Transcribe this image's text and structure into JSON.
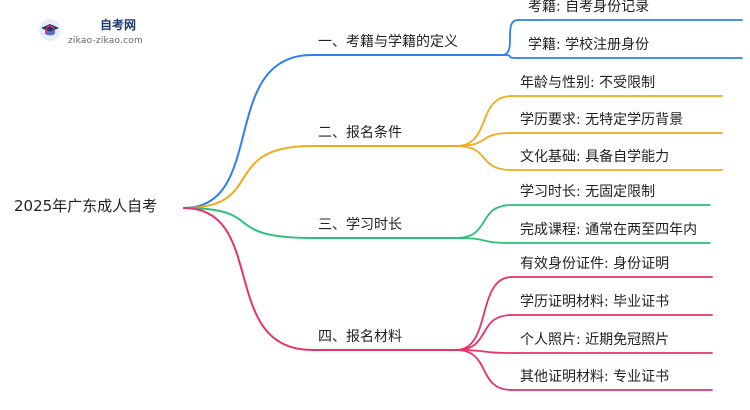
{
  "logo": {
    "name": "自考网",
    "url": "zikao-zikao.com"
  },
  "root": "2025年广东成人自考",
  "branches": [
    {
      "label": "一、考籍与学籍的定义",
      "color": "#2f80e8",
      "children": [
        "考籍: 自考身份记录",
        "学籍: 学校注册身份"
      ]
    },
    {
      "label": "二、报名条件",
      "color": "#efab1b",
      "children": [
        "年龄与性别: 不受限制",
        "学历要求: 无特定学历背景",
        "文化基础: 具备自学能力"
      ]
    },
    {
      "label": "三、学习时长",
      "color": "#2cc07c",
      "children": [
        "学习时长: 无固定限制",
        "完成课程: 通常在两至四年内"
      ]
    },
    {
      "label": "四、报名材料",
      "color": "#e8336a",
      "children": [
        "有效身份证件: 身份证明",
        "学历证明材料: 毕业证书",
        "个人照片: 近期免冠照片",
        "其他证明材料: 专业证书"
      ]
    }
  ]
}
